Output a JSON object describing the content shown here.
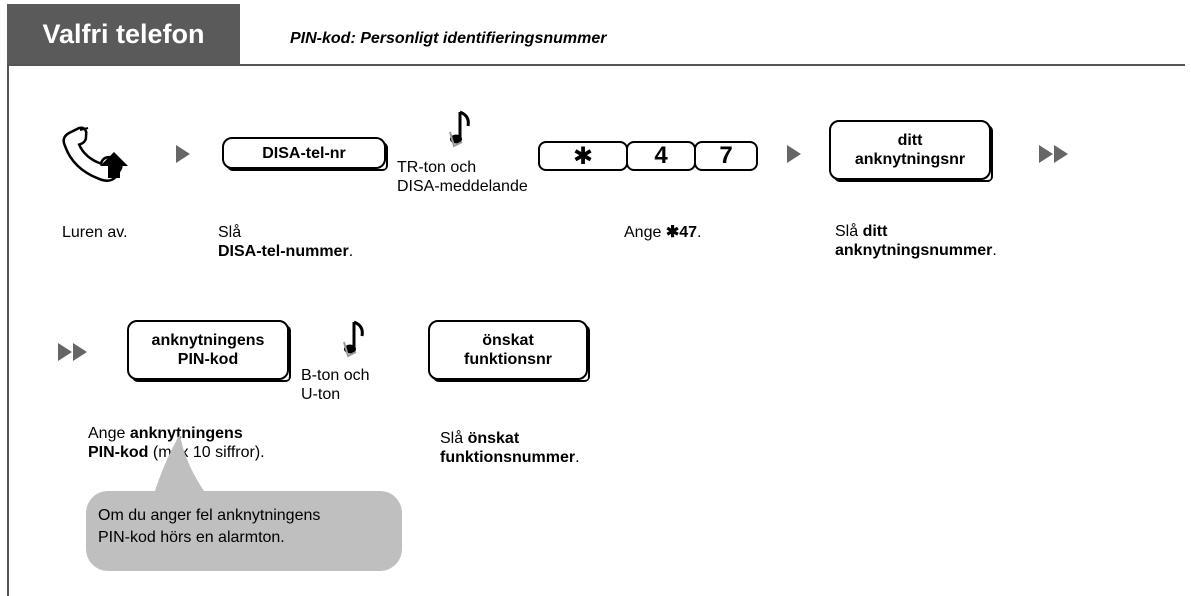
{
  "header": {
    "title": "Valfri telefon",
    "subtitle": "PIN-kod: Personligt identifieringsnummer"
  },
  "row1": {
    "key_disa": "DISA-tel-nr",
    "tone1_line1": "TR-ton och",
    "tone1_line2": "DISA-meddelande",
    "dial_star": "✱",
    "dial_4": "4",
    "dial_7": "7",
    "key_ext_line1": "ditt",
    "key_ext_line2": "anknytningsnr",
    "cap_handset": "Luren av.",
    "cap_disa_1": "Slå",
    "cap_disa_2": "DISA-tel-nummer",
    "cap_disa_end": ".",
    "cap_enter_1": "Ange ",
    "cap_enter_code": "✱47",
    "cap_enter_end": ".",
    "cap_ext_1": "Slå ",
    "cap_ext_2": "ditt",
    "cap_ext_3": "anknytningsnummer",
    "cap_ext_end": "."
  },
  "row2": {
    "key_pin_line1": "anknytningens",
    "key_pin_line2": "PIN-kod",
    "tone2_line1": "B-ton och",
    "tone2_line2": "U-ton",
    "key_feat_line1": "önskat",
    "key_feat_line2": "funktionsnr",
    "cap_pin_1": "Ange ",
    "cap_pin_2": "anknytningens",
    "cap_pin_3": "PIN-kod",
    "cap_pin_4": " (max 10 siffror).",
    "cap_feat_1": "Slå ",
    "cap_feat_2": "önskat",
    "cap_feat_3": "funktionsnummer",
    "cap_feat_end": "."
  },
  "note": {
    "line1": "Om du anger fel anknytningens",
    "line2": "PIN-kod hörs en alarmton."
  },
  "colors": {
    "title_bg": "#5a5a5a",
    "arrow": "#666666",
    "bubble": "#bfbfbf"
  },
  "icons": [
    "handset-off-hook-icon",
    "tone-note-icon",
    "arrow-right-icon",
    "double-arrow-icon"
  ]
}
